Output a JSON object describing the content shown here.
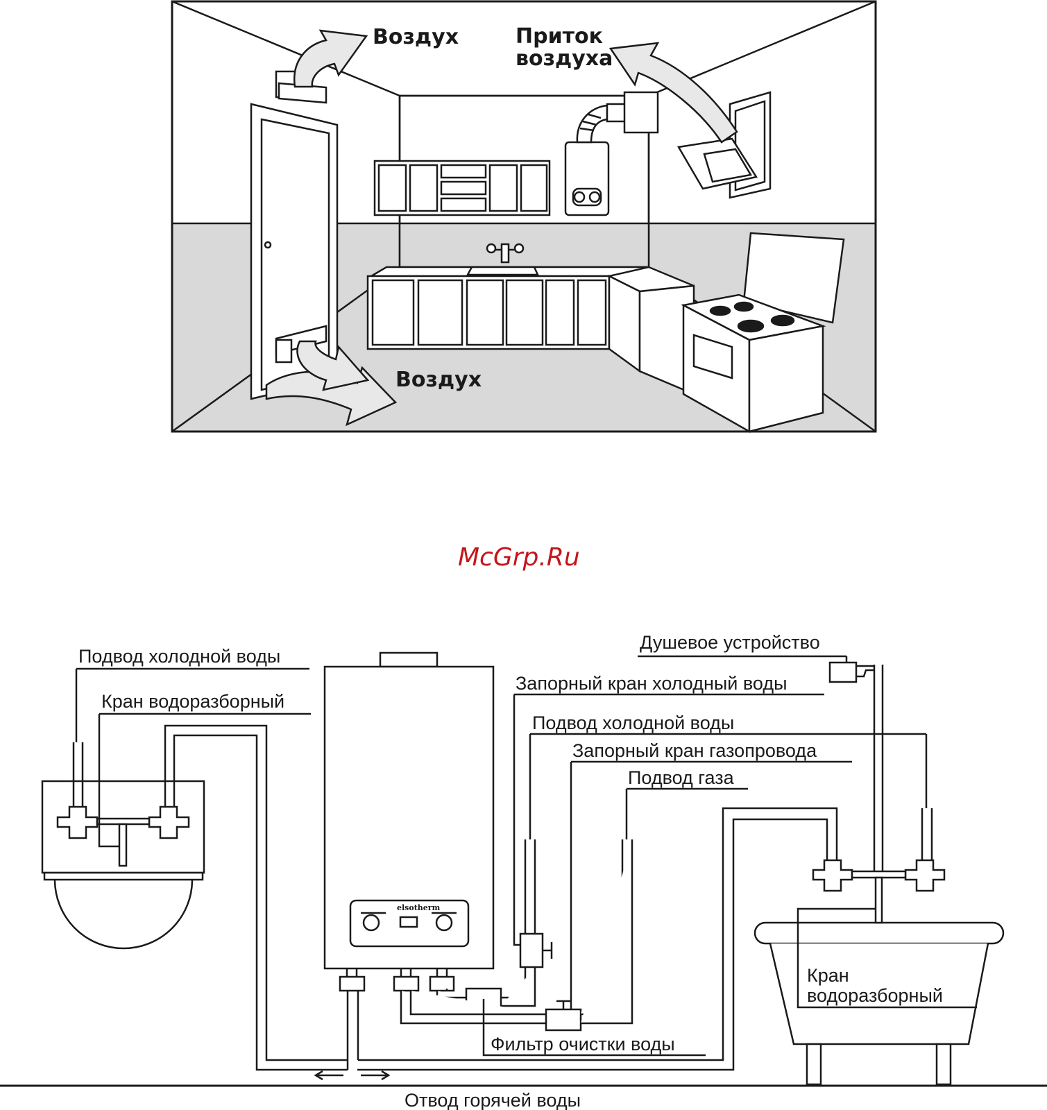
{
  "kitchen": {
    "label_air_top": "Воздух",
    "label_inflow_line1": "Приток",
    "label_inflow_line2": "воздуха",
    "label_air_bottom": "Воздух"
  },
  "watermark": "McGrp.Ru",
  "piping": {
    "cold_water_supply_left": "Подвод холодной воды",
    "water_tap_left": "Кран водоразборный",
    "shower_unit": "Душевое устройство",
    "cold_water_shutoff": "Запорный кран холодный воды",
    "cold_water_supply_right": "Подвод холодной воды",
    "gas_shutoff": "Запорный кран газопровода",
    "gas_supply": "Подвод газа",
    "water_tap_right_line1": "Кран",
    "water_tap_right_line2": "водоразборный",
    "water_filter": "Фильтр очистки воды",
    "hot_water_outlet": "Отвод горячей воды",
    "heater_brand": "elsotherm"
  },
  "colors": {
    "line": "#1a1a1a",
    "floor_gray": "#d9d9d9",
    "arrow_gray": "#e8e8e8",
    "watermark_red": "#c4161c"
  }
}
